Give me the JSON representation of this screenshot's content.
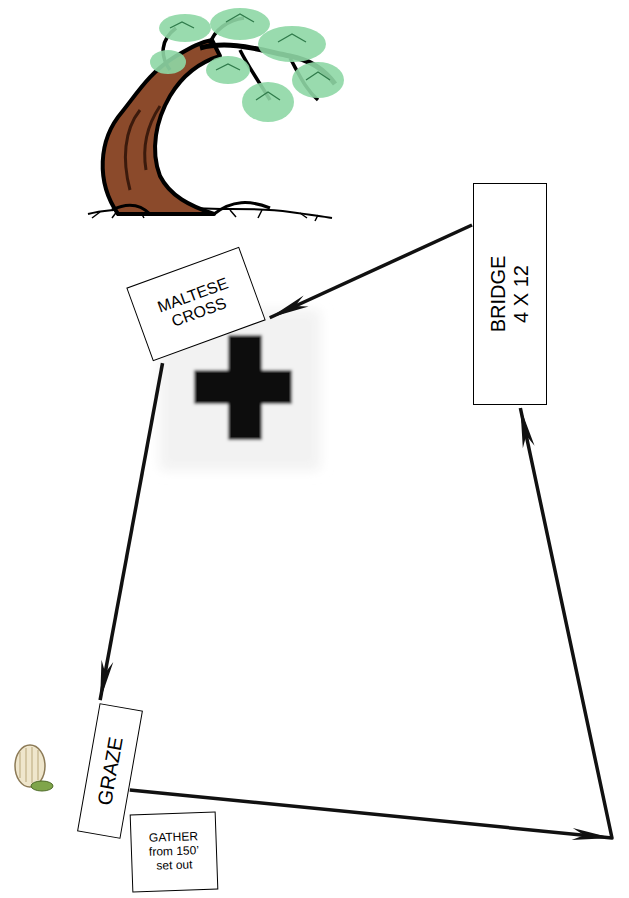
{
  "diagram": {
    "nodes": [
      {
        "text": [
          "MALTESE CROSS"
        ]
      },
      {
        "text": [
          "BRIDGE",
          "4 X 12"
        ]
      },
      {
        "text": [
          "GRAZE"
        ]
      },
      {
        "text": [
          "GATHER from 150’ set out"
        ]
      }
    ],
    "edges": [
      {
        "from": 1,
        "to": 0,
        "arrow": "to"
      },
      {
        "from": 0,
        "to": 2,
        "arrow": "to"
      },
      {
        "from": 2,
        "to": 1,
        "arrow": "to"
      }
    ]
  }
}
